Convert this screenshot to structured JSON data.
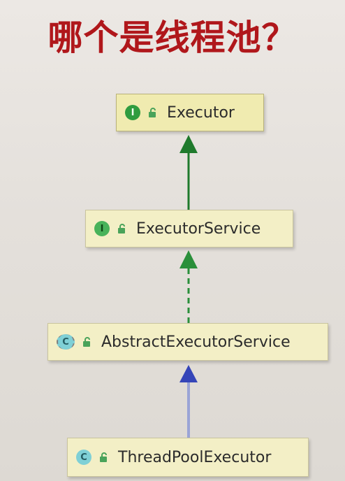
{
  "title": "哪个是线程池？",
  "nodes": [
    {
      "label": "Executor",
      "badge": "I",
      "kind": "interface"
    },
    {
      "label": "ExecutorService",
      "badge": "I",
      "kind": "interface"
    },
    {
      "label": "AbstractExecutorService",
      "badge": "C",
      "kind": "abstract-class"
    },
    {
      "label": "ThreadPoolExecutor",
      "badge": "C",
      "kind": "class"
    }
  ],
  "edges": [
    {
      "from": "ExecutorService",
      "to": "Executor",
      "type": "extends",
      "color": "#1f7a2c"
    },
    {
      "from": "AbstractExecutorService",
      "to": "ExecutorService",
      "type": "implements",
      "color": "#2a8f3a"
    },
    {
      "from": "ThreadPoolExecutor",
      "to": "AbstractExecutorService",
      "type": "extends",
      "color": "#3545b8"
    }
  ]
}
